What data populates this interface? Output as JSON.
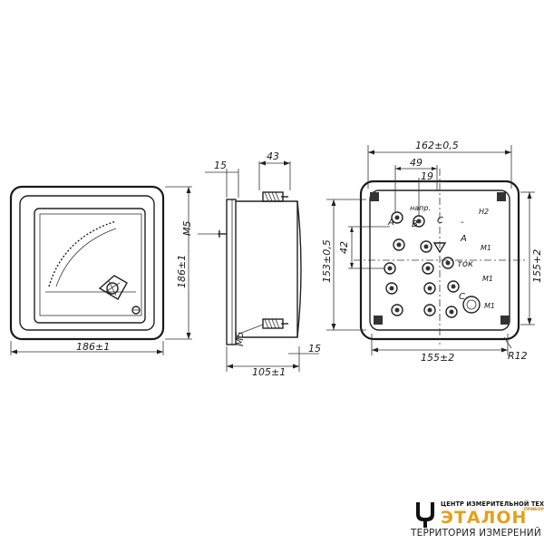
{
  "drawing": {
    "front_view": {
      "width_dim": "186±1",
      "height_dim": "186±1"
    },
    "side_view": {
      "dim_top_small": "15",
      "dim_top": "43",
      "thread_top": "M5",
      "thread_bottom": "M5",
      "dim_bottom_small": "15",
      "depth_dim": "105±1"
    },
    "rear_view": {
      "width_top": "162±0,5",
      "dim_49": "49",
      "dim_19": "19",
      "dim_42": "42",
      "height_left": "153±0,5",
      "height_right": "155+2",
      "width_bottom": "155±2",
      "radius": "R12",
      "terminal_labels": {
        "A1": "A",
        "B": "B",
        "C1": "C",
        "napr": "напр.",
        "minus": "-",
        "A2": "A",
        "H2": "H2",
        "M1a": "M1",
        "tok": "ток",
        "M1b": "M1",
        "C2": "C",
        "M1c": "M1"
      }
    }
  },
  "logo": {
    "top_line": "ЦЕНТР ИЗМЕРИТЕЛЬНОЙ ТЕХНИКИ",
    "sub_line": "ПРИБОР",
    "brand": "ЭТАЛОН",
    "tagline": "ТЕРРИТОРИЯ ИЗМЕРЕНИЙ",
    "colors": {
      "accent": "#e4a11b",
      "text": "#222222"
    }
  }
}
